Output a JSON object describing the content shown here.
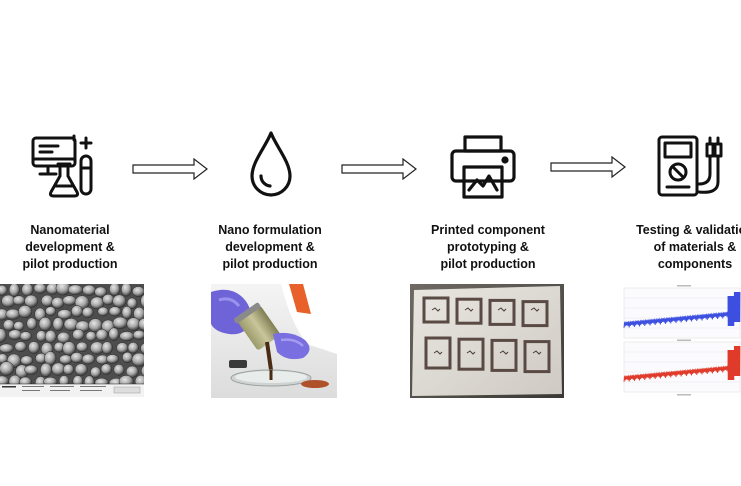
{
  "stages": [
    {
      "icon": "lab-computer-flask-icon",
      "lines": [
        "Nanomaterial",
        "development &",
        "pilot production"
      ],
      "photo": "sem-nanoparticle-micrograph"
    },
    {
      "icon": "droplet-icon",
      "lines": [
        "Nano formulation",
        "development &",
        "pilot production"
      ],
      "photo": "gloved-hands-pouring-ink"
    },
    {
      "icon": "printer-icon",
      "lines": [
        "Printed component",
        "prototyping  &",
        "pilot production"
      ],
      "photo": "printed-circuit-sheet"
    },
    {
      "icon": "multimeter-icon",
      "lines": [
        "Testing & validation",
        "of materials &",
        "components"
      ],
      "photo": "test-signal-plots"
    }
  ],
  "colors": {
    "icon_stroke": "#111111",
    "arrow_stroke": "#222222",
    "plot_blue": "#3d4fe0",
    "plot_red": "#e03a2a",
    "glove_purple": "#7a6fe0"
  }
}
